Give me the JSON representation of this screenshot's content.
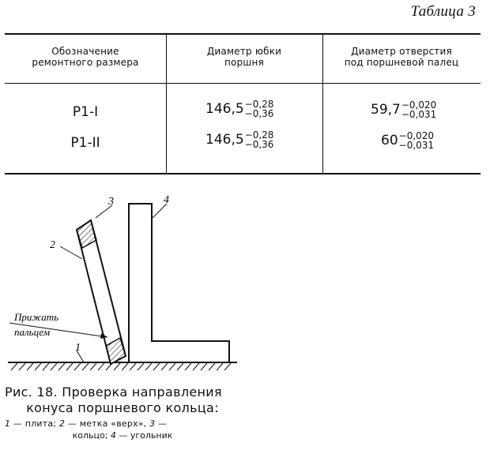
{
  "table": {
    "caption": "Таблица 3",
    "headers": {
      "col1": [
        "Обозначение",
        "ремонтного размера"
      ],
      "col2": [
        "Диаметр юбки",
        "поршня"
      ],
      "col3": [
        "Диаметр отверстия",
        "под поршневой палец"
      ]
    },
    "rows": [
      {
        "code": "P1-I",
        "skirt": {
          "base": "146,5",
          "upper": "−0,28",
          "lower": "−0,36"
        },
        "pin": {
          "base": "59,7",
          "upper": "−0,020",
          "lower": "−0,031"
        }
      },
      {
        "code": "P1-II",
        "skirt": {
          "base": "146,5",
          "upper": "−0,28",
          "lower": "−0,36"
        },
        "pin": {
          "base": "60",
          "upper": "−0,020",
          "lower": "−0,031"
        }
      }
    ]
  },
  "figure": {
    "labels": {
      "one": "1",
      "two": "2",
      "three": "3",
      "four": "4"
    },
    "press_note": [
      "Прижать",
      "пальцем"
    ],
    "caption": [
      "Рис.  18.  Проверка  направления",
      "конуса    поршневого кольца:"
    ],
    "legend": {
      "n1": "1",
      "t1": " — плита;  ",
      "n2": "2",
      "t2": " — метка  «верх»,  ",
      "n3": "3",
      "t3": " —",
      "t3b": "кольцо;  ",
      "n4": "4",
      "t4": " — угольник"
    }
  }
}
